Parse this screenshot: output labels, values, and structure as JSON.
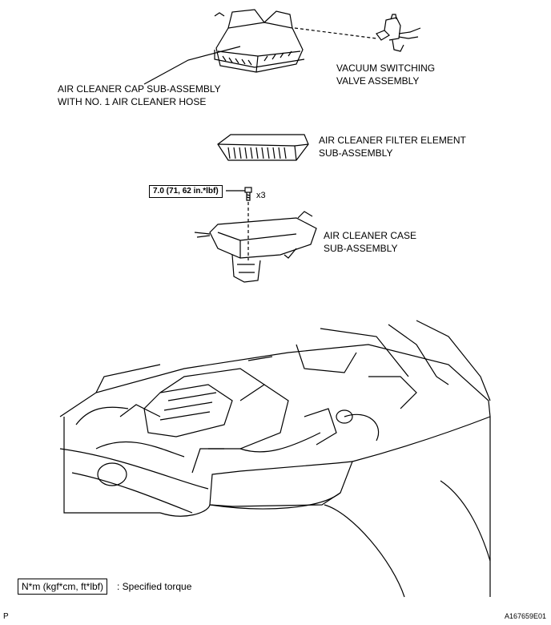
{
  "parts": {
    "cap": {
      "line1": "AIR CLEANER CAP SUB-ASSEMBLY",
      "line2": "WITH NO. 1 AIR CLEANER HOSE"
    },
    "vsv": {
      "line1": "VACUUM SWITCHING",
      "line2": "VALVE ASSEMBLY"
    },
    "filter": {
      "line1": "AIR CLEANER FILTER ELEMENT",
      "line2": "SUB-ASSEMBLY"
    },
    "case": {
      "line1": "AIR CLEANER CASE",
      "line2": "SUB-ASSEMBLY"
    }
  },
  "torque": {
    "value": "7.0 (71, 62 in.*lbf)",
    "qty": "x3"
  },
  "legend": {
    "unit_box": "N*m (kgf*cm, ft*lbf)",
    "desc": ": Specified torque"
  },
  "footer": {
    "left": "P",
    "right": "A167659E01"
  }
}
